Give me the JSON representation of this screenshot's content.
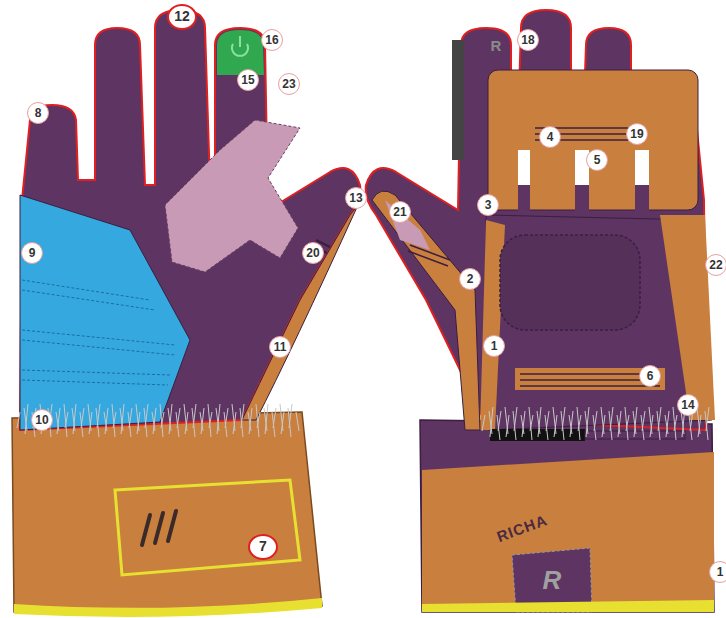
{
  "diagram": {
    "labels": [
      "12",
      "8",
      "16",
      "15",
      "23",
      "9",
      "10",
      "7",
      "13",
      "20",
      "11",
      "18",
      "4",
      "19",
      "5",
      "3",
      "21",
      "2",
      "22",
      "1",
      "6",
      "14",
      "1",
      "RICHA",
      "R",
      "R"
    ]
  }
}
